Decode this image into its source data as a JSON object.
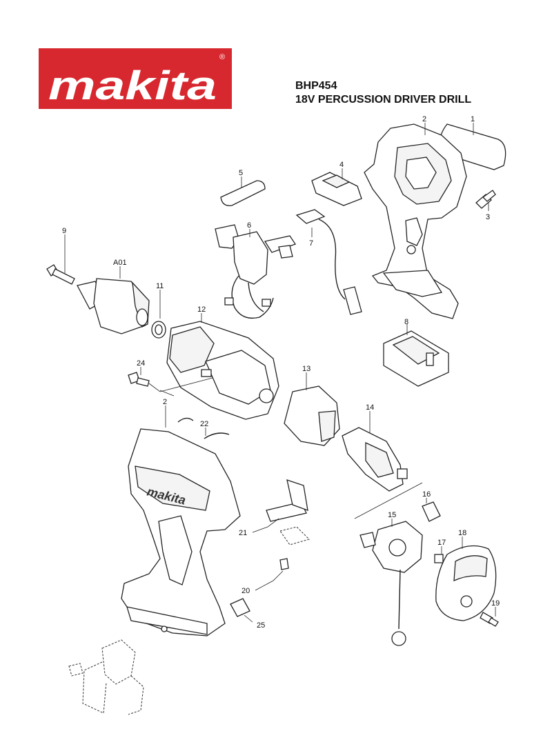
{
  "brand": {
    "logo_text": "makita",
    "registered_mark": "®",
    "color": "#d7282f"
  },
  "header": {
    "model": "BHP454",
    "description": "18V PERCUSSION DRIVER DRILL"
  },
  "callouts": {
    "p1": "1",
    "p2a": "2",
    "p2b": "2",
    "p3": "3",
    "p4": "4",
    "p5": "5",
    "p6": "6",
    "p7": "7",
    "p8": "8",
    "p9": "9",
    "pA01": "A01",
    "p11": "11",
    "p12": "12",
    "p13": "13",
    "p14": "14",
    "p15": "15",
    "p16": "16",
    "p17": "17",
    "p18": "18",
    "p19": "19",
    "p20": "20",
    "p21": "21",
    "p22": "22",
    "p24": "24",
    "p25": "25"
  }
}
